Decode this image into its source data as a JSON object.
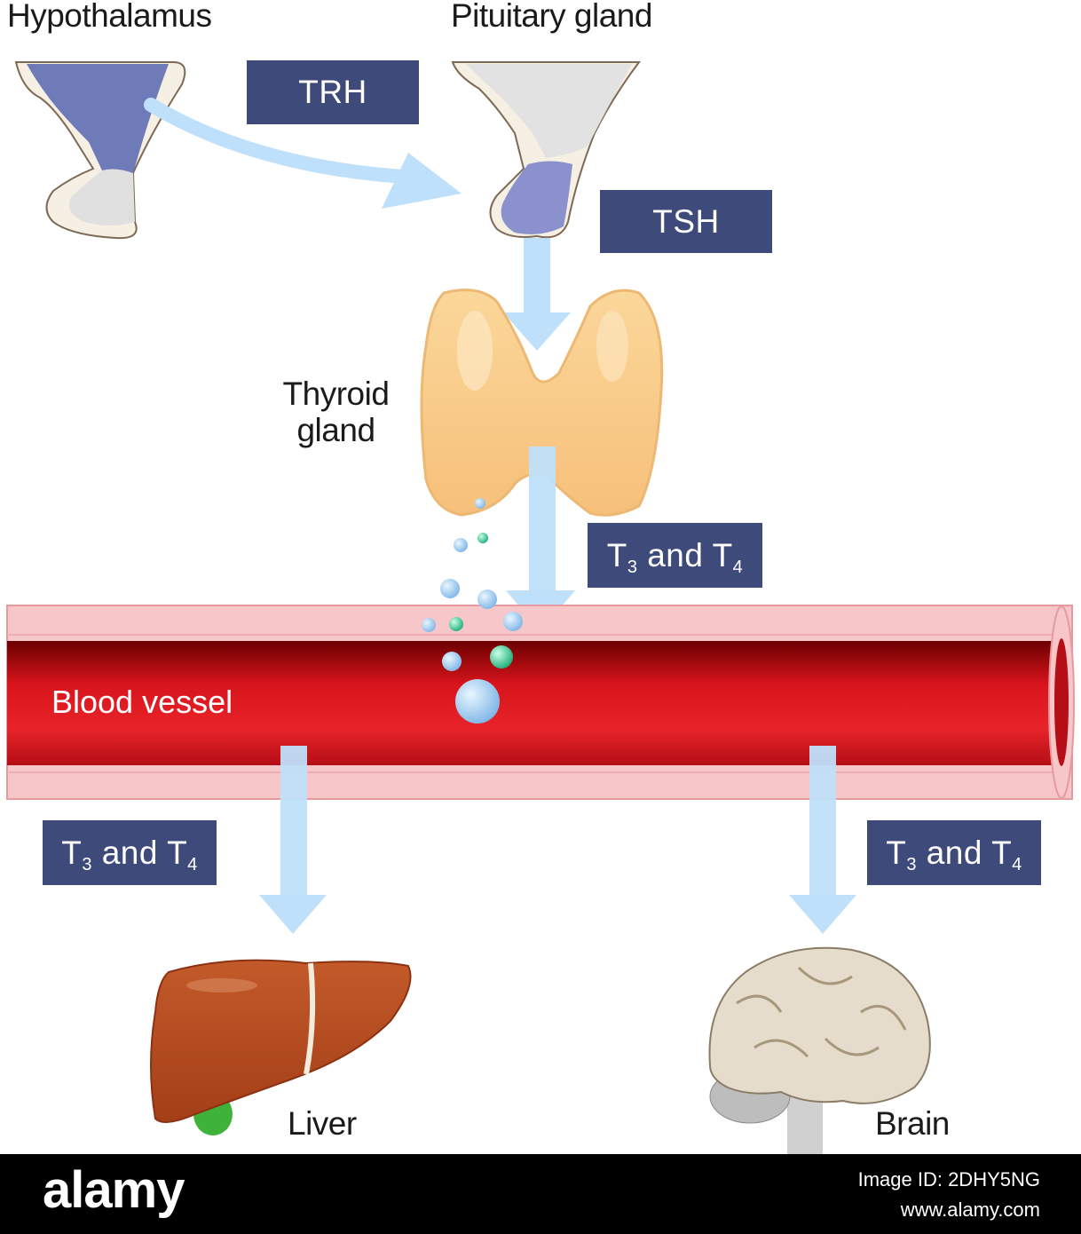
{
  "labels": {
    "hypothalamus": "Hypothalamus",
    "pituitary": "Pituitary gland",
    "thyroid_line1": "Thyroid",
    "thyroid_line2": "gland",
    "blood_vessel": "Blood vessel",
    "liver": "Liver",
    "brain": "Brain"
  },
  "hormones": {
    "trh": "TRH",
    "tsh": "TSH",
    "t3t4": {
      "t": "T",
      "sub3": "3",
      "and": " and ",
      "sub4": "4"
    }
  },
  "footer": {
    "brand": "alamy",
    "image_id": "Image ID: 2DHY5NG",
    "site": "www.alamy.com"
  },
  "colors": {
    "label_box": "#3e4a7a",
    "arrow": "#bfe0fa",
    "blood": "#d8141c",
    "vessel_wall": "#f6c6c8",
    "thyroid": "#f9c98a",
    "liver": "#b5481f",
    "gallbladder": "#3fb23a",
    "brain": "#e6dccb"
  }
}
